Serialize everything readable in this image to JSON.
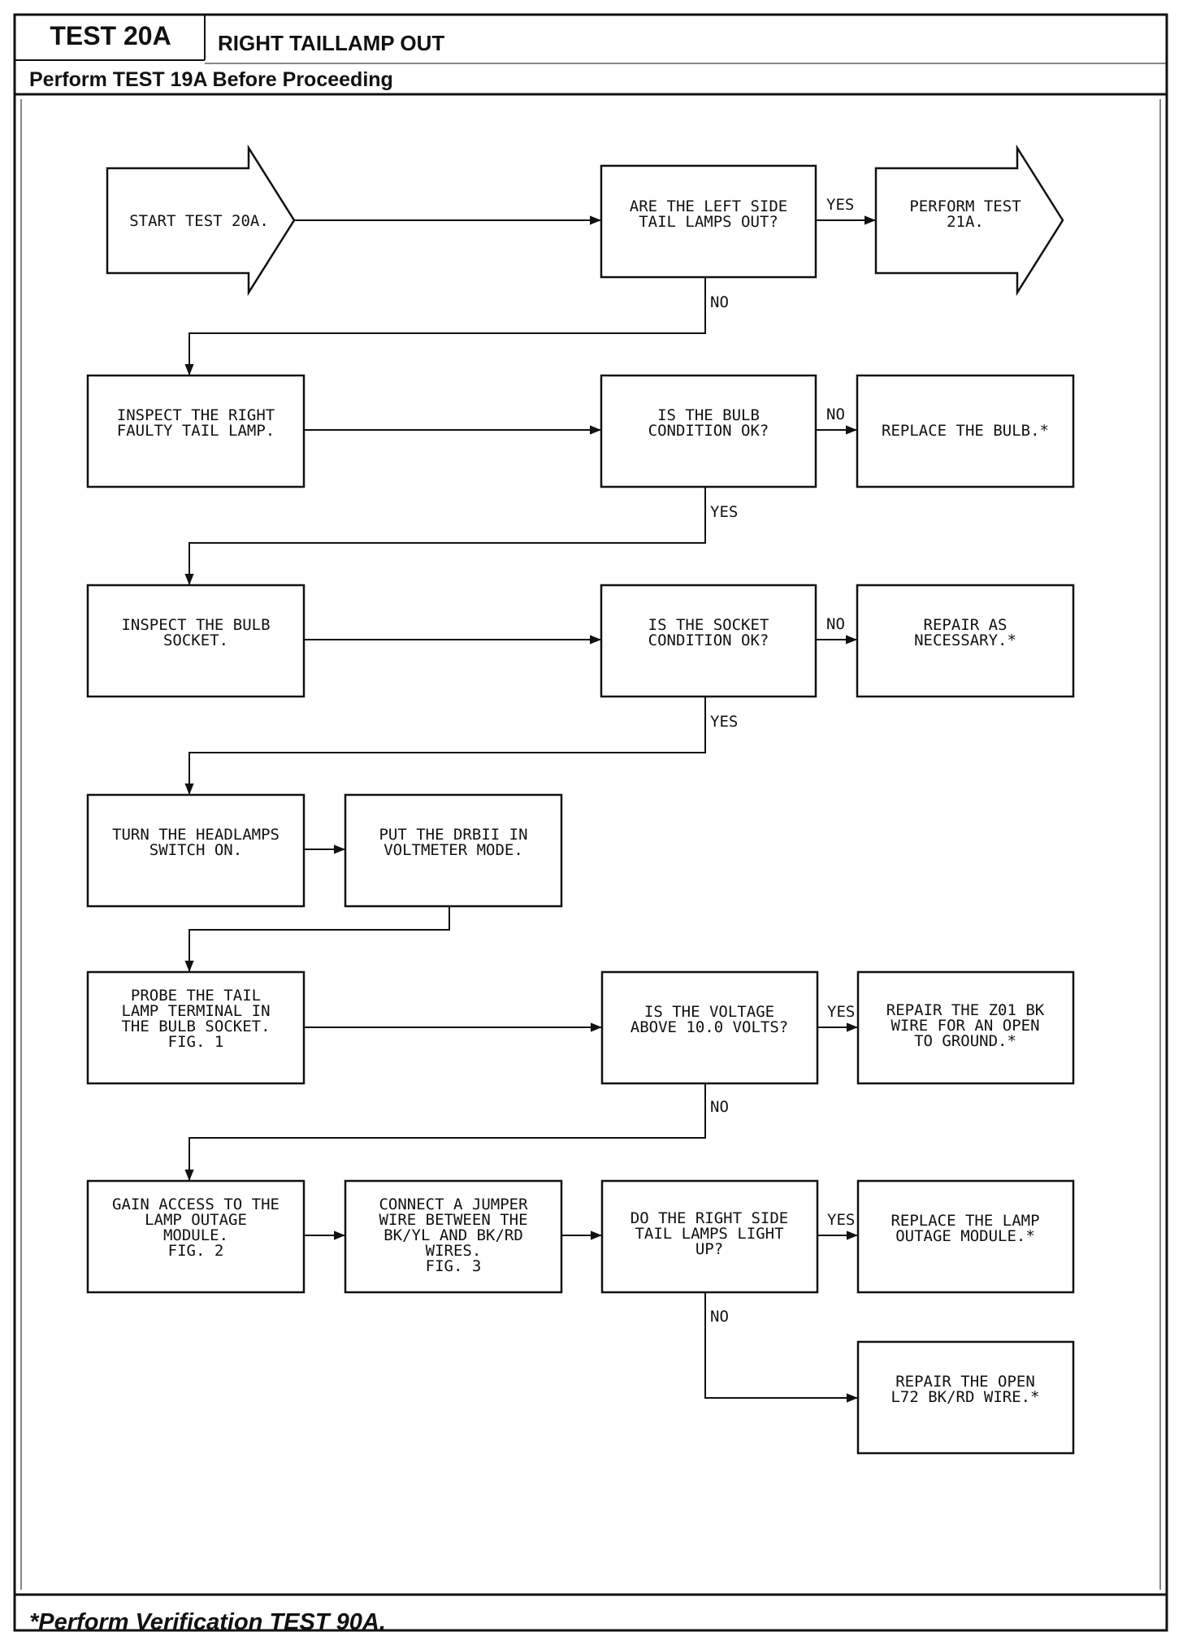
{
  "header": {
    "test_id": "TEST 20A",
    "title": "RIGHT TAILLAMP OUT",
    "prerequisite": "Perform TEST 19A Before Proceeding"
  },
  "footer": {
    "note": "*Perform Verification TEST 90A."
  },
  "flow": {
    "start": [
      "START TEST 20A."
    ],
    "q_left_out": [
      "ARE THE LEFT SIDE",
      "TAIL LAMPS OUT?"
    ],
    "perform_21a": [
      "PERFORM TEST",
      "21A."
    ],
    "inspect_lamp": [
      "INSPECT THE RIGHT",
      "FAULTY TAIL LAMP."
    ],
    "q_bulb_ok": [
      "IS THE BULB",
      "CONDITION OK?"
    ],
    "replace_bulb": [
      "REPLACE THE BULB.*"
    ],
    "inspect_socket": [
      "INSPECT THE BULB",
      "SOCKET."
    ],
    "q_socket_ok": [
      "IS THE SOCKET",
      "CONDITION OK?"
    ],
    "repair_necessary": [
      "REPAIR AS",
      "NECESSARY.*"
    ],
    "turn_headlamps": [
      "TURN THE HEADLAMPS",
      "SWITCH ON."
    ],
    "put_drbii": [
      "PUT THE DRBII IN",
      "VOLTMETER MODE."
    ],
    "probe_terminal": [
      "PROBE THE TAIL",
      "LAMP TERMINAL IN",
      "THE BULB SOCKET.",
      "",
      "FIG. 1"
    ],
    "q_voltage": [
      "IS THE VOLTAGE",
      "ABOVE 10.0 VOLTS?"
    ],
    "repair_z01": [
      "REPAIR THE Z01 BK",
      "WIRE FOR AN OPEN",
      "TO GROUND.*"
    ],
    "gain_access": [
      "GAIN ACCESS TO THE",
      "LAMP OUTAGE",
      "MODULE.",
      "",
      "FIG. 2"
    ],
    "connect_jumper": [
      "CONNECT A JUMPER",
      "WIRE BETWEEN THE",
      "BK/YL AND BK/RD",
      "WIRES.",
      "FIG. 3"
    ],
    "q_lamps_light": [
      "DO THE RIGHT SIDE",
      "TAIL LAMPS LIGHT",
      "UP?"
    ],
    "replace_module": [
      "REPLACE THE LAMP",
      "OUTAGE MODULE.*"
    ],
    "repair_l72": [
      "REPAIR THE OPEN",
      "L72 BK/RD WIRE.*"
    ]
  },
  "branch_labels": {
    "yes": "YES",
    "no": "NO"
  }
}
